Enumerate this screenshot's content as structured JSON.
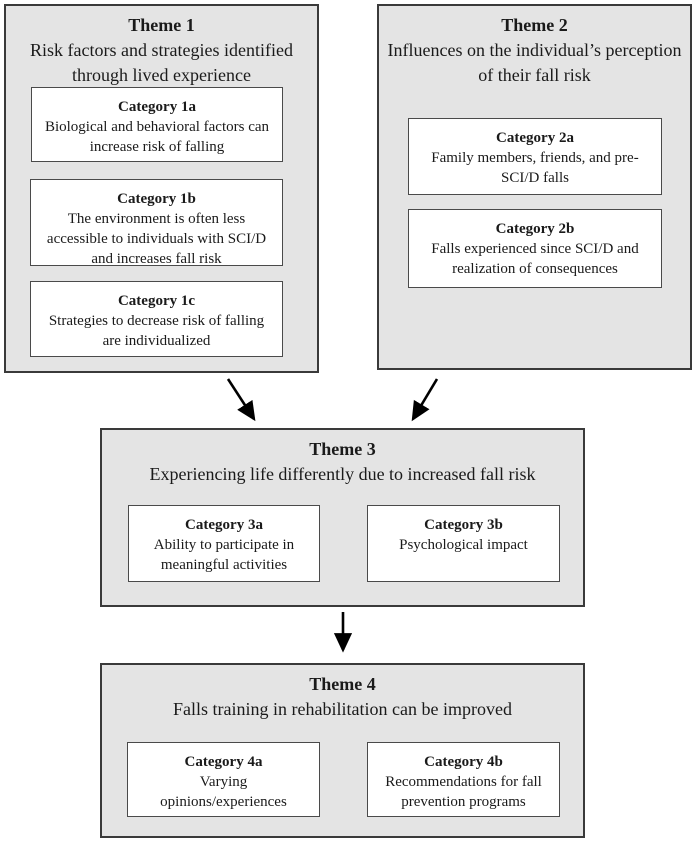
{
  "diagram": {
    "themes": [
      {
        "title": "Theme 1",
        "subtitle": "Risk factors and strategies identified through lived experience",
        "categories": [
          {
            "title": "Category 1a",
            "text": "Biological and behavioral factors can increase risk of falling"
          },
          {
            "title": "Category 1b",
            "text": "The environment is often less accessible to individuals with SCI/D and increases fall risk"
          },
          {
            "title": "Category 1c",
            "text": "Strategies to decrease risk of falling are individualized"
          }
        ]
      },
      {
        "title": "Theme 2",
        "subtitle": "Influences on the individual’s perception of their fall risk",
        "categories": [
          {
            "title": "Category 2a",
            "text": "Family members, friends, and pre-SCI/D falls"
          },
          {
            "title": "Category 2b",
            "text": "Falls experienced since SCI/D and realization of consequences"
          }
        ]
      },
      {
        "title": "Theme 3",
        "subtitle": "Experiencing life differently due to increased fall risk",
        "categories": [
          {
            "title": "Category 3a",
            "text": "Ability to participate in meaningful activities"
          },
          {
            "title": "Category 3b",
            "text": "Psychological impact"
          }
        ]
      },
      {
        "title": "Theme 4",
        "subtitle": "Falls training in rehabilitation can be improved",
        "categories": [
          {
            "title": "Category 4a",
            "text": "Varying opinions/experiences"
          },
          {
            "title": "Category 4b",
            "text": "Recommendations for fall prevention programs"
          }
        ]
      }
    ],
    "connections": [
      {
        "from": "Theme 1",
        "to": "Theme 3"
      },
      {
        "from": "Theme 2",
        "to": "Theme 3"
      },
      {
        "from": "Theme 3",
        "to": "Theme 4"
      }
    ],
    "colors": {
      "theme_fill": "#e4e4e4",
      "theme_border": "#3a3a3a",
      "category_fill": "#ffffff",
      "category_border": "#4a4a4a",
      "arrow": "#000000"
    }
  }
}
